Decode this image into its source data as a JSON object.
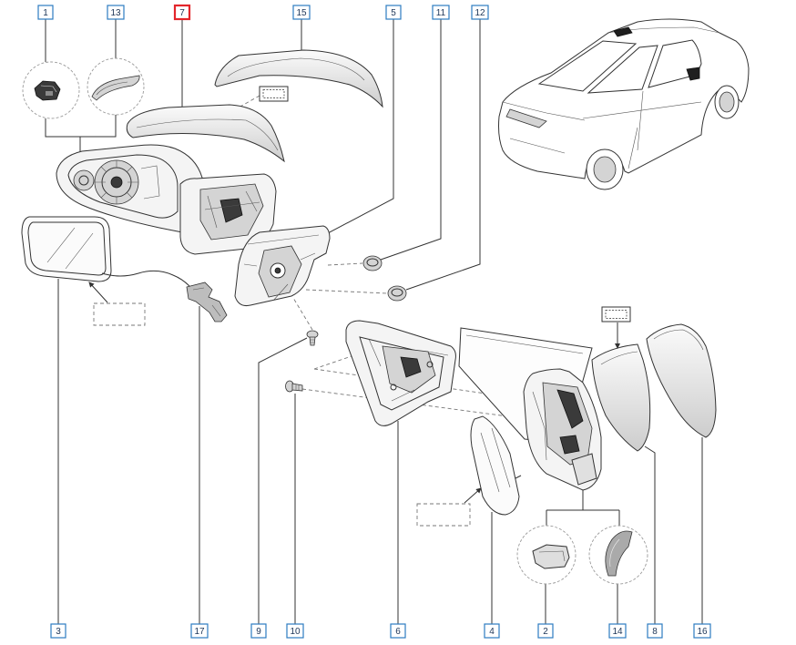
{
  "callouts": [
    {
      "label": "1"
    },
    {
      "label": "13"
    },
    {
      "label": "7",
      "highlighted": true
    },
    {
      "label": "15"
    },
    {
      "label": "5"
    },
    {
      "label": "11"
    },
    {
      "label": "12"
    },
    {
      "label": "3"
    },
    {
      "label": "17"
    },
    {
      "label": "9"
    },
    {
      "label": "10"
    },
    {
      "label": "6"
    },
    {
      "label": "4"
    },
    {
      "label": "2"
    },
    {
      "label": "14"
    },
    {
      "label": "8"
    },
    {
      "label": "16"
    }
  ],
  "colors": {
    "callout_border": "#2d7cc1",
    "callout_text": "#1d3557",
    "highlight_border": "#e3262b",
    "line": "#333333"
  }
}
